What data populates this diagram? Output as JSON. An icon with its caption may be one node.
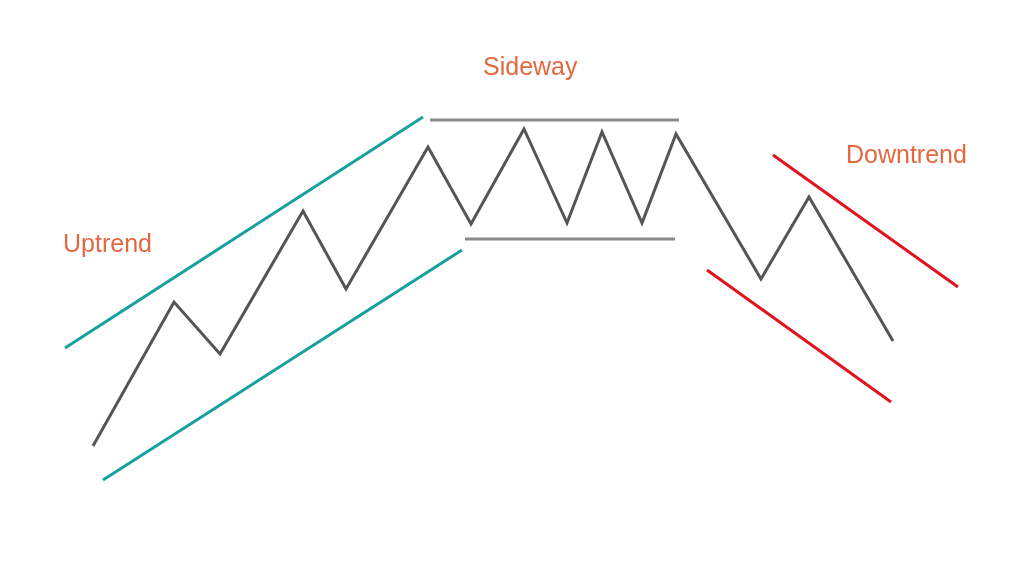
{
  "diagram": {
    "labels": [
      "Sideway",
      "Downtrend",
      "Uptrend"
    ]
  }
}
